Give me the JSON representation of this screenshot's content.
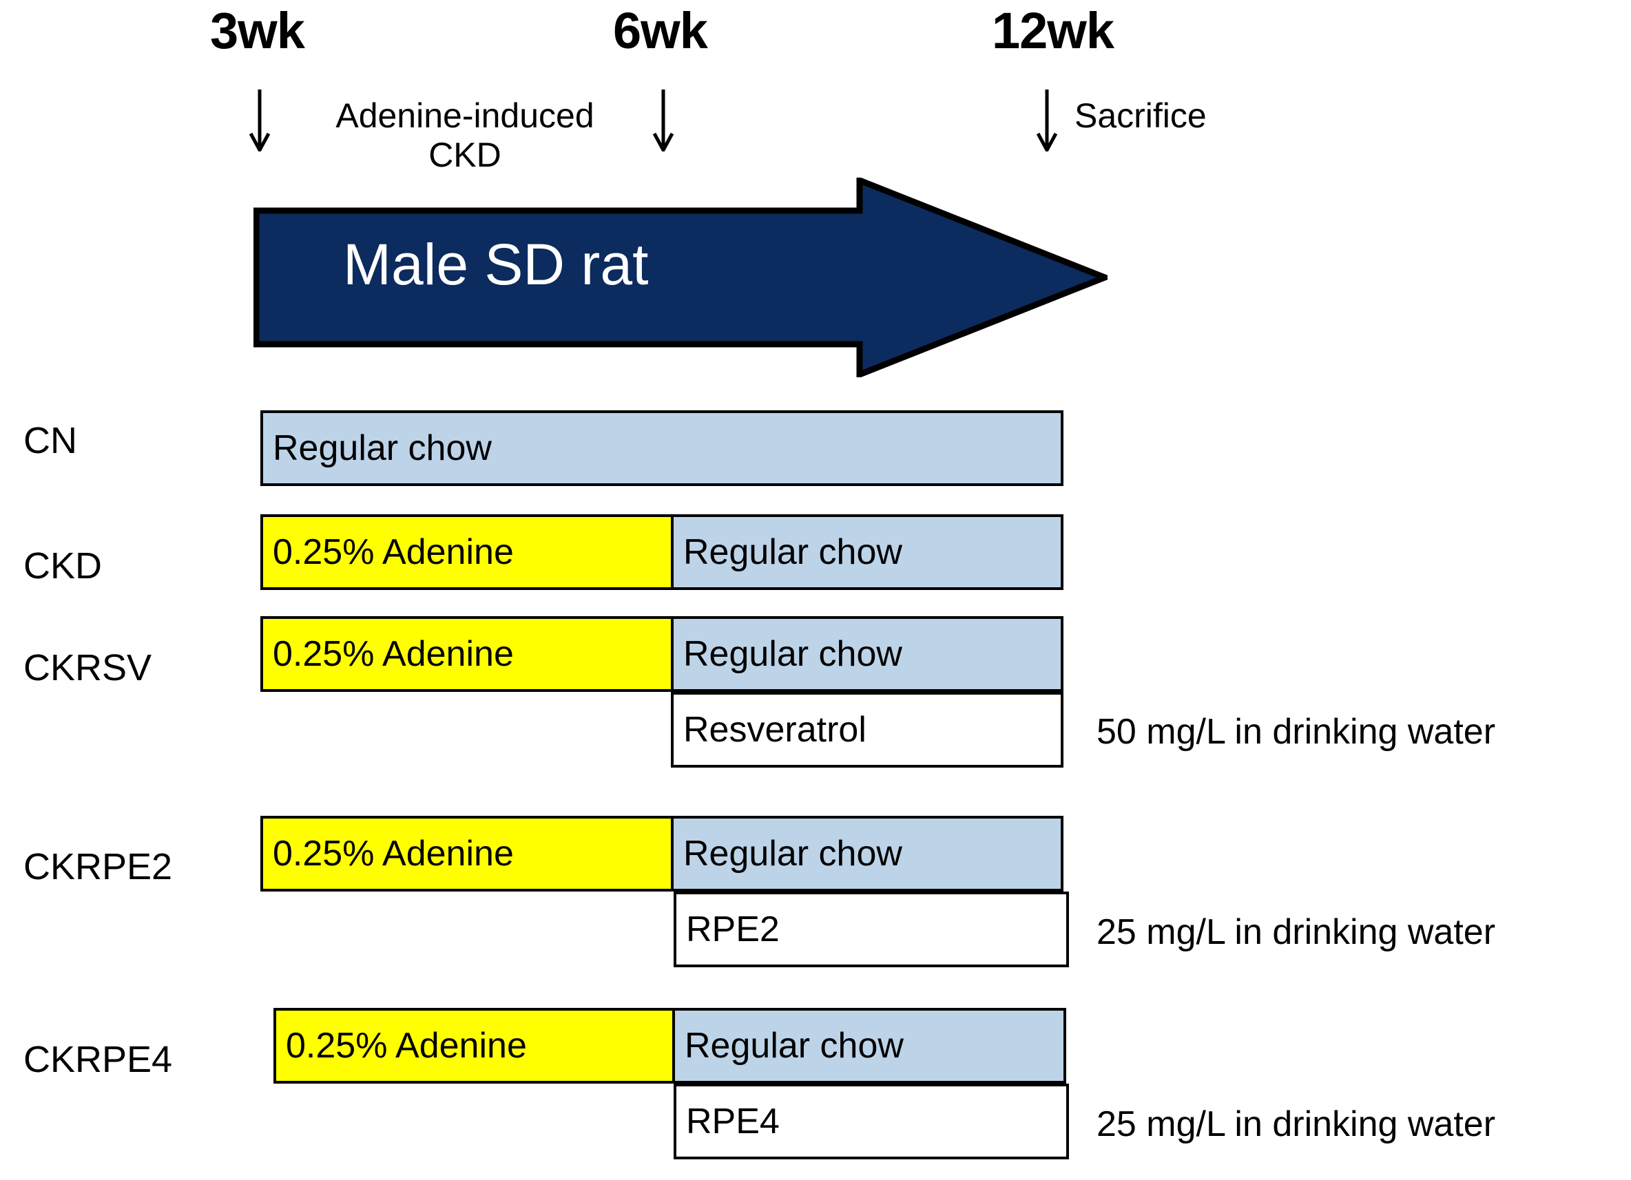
{
  "figure": {
    "colors": {
      "arrow_navy": "#0C2B5E",
      "adenine_yellow": "#FFFF00",
      "chow_blue": "#BDD3E8",
      "plain_white": "#FFFFFF",
      "outline_black": "#000000",
      "arrow_text_white": "#FFFFFF"
    },
    "timeline": {
      "arrow_label": "Male SD rat",
      "timepoints": [
        {
          "id": "tp-3wk",
          "label": "3wk",
          "tick": "down-arrow-icon"
        },
        {
          "id": "tp-6wk",
          "label": "6wk",
          "tick": "down-arrow-icon"
        },
        {
          "id": "tp-12wk",
          "label": "12wk",
          "tick": "down-arrow-icon"
        }
      ],
      "captions": {
        "induction_line1": "Adenine-induced",
        "induction_line2": "CKD",
        "endpoint": "Sacrifice"
      }
    },
    "groups": [
      {
        "id": "group-cn",
        "label": "CN",
        "segments": [
          {
            "id": "cn-chow",
            "text": "Regular chow",
            "fill": "chow"
          }
        ],
        "sub_bar": null,
        "dose_note": null
      },
      {
        "id": "group-ckd",
        "label": "CKD",
        "segments": [
          {
            "id": "ckd-adenine",
            "text": "0.25% Adenine",
            "fill": "adenine"
          },
          {
            "id": "ckd-chow",
            "text": "Regular chow",
            "fill": "chow"
          }
        ],
        "sub_bar": null,
        "dose_note": null
      },
      {
        "id": "group-ckrsv",
        "label": "CKRSV",
        "segments": [
          {
            "id": "ckrsv-adenine",
            "text": "0.25% Adenine",
            "fill": "adenine"
          },
          {
            "id": "ckrsv-chow",
            "text": "Regular chow",
            "fill": "chow"
          }
        ],
        "sub_bar": {
          "id": "ckrsv-sub",
          "text": "Resveratrol",
          "fill": "plain"
        },
        "dose_note": "50 mg/L in drinking water"
      },
      {
        "id": "group-ckrpe2",
        "label": "CKRPE2",
        "segments": [
          {
            "id": "ckrpe2-adenine",
            "text": "0.25% Adenine",
            "fill": "adenine"
          },
          {
            "id": "ckrpe2-chow",
            "text": "Regular chow",
            "fill": "chow"
          }
        ],
        "sub_bar": {
          "id": "ckrpe2-sub",
          "text": "RPE2",
          "fill": "plain"
        },
        "dose_note": "25 mg/L in drinking water"
      },
      {
        "id": "group-ckrpe4",
        "label": "CKRPE4",
        "segments": [
          {
            "id": "ckrpe4-adenine",
            "text": "0.25% Adenine",
            "fill": "adenine"
          },
          {
            "id": "ckrpe4-chow",
            "text": "Regular chow",
            "fill": "chow"
          }
        ],
        "sub_bar": {
          "id": "ckrpe4-sub",
          "text": "RPE4",
          "fill": "plain"
        },
        "dose_note": "25 mg/L in drinking water"
      }
    ]
  }
}
